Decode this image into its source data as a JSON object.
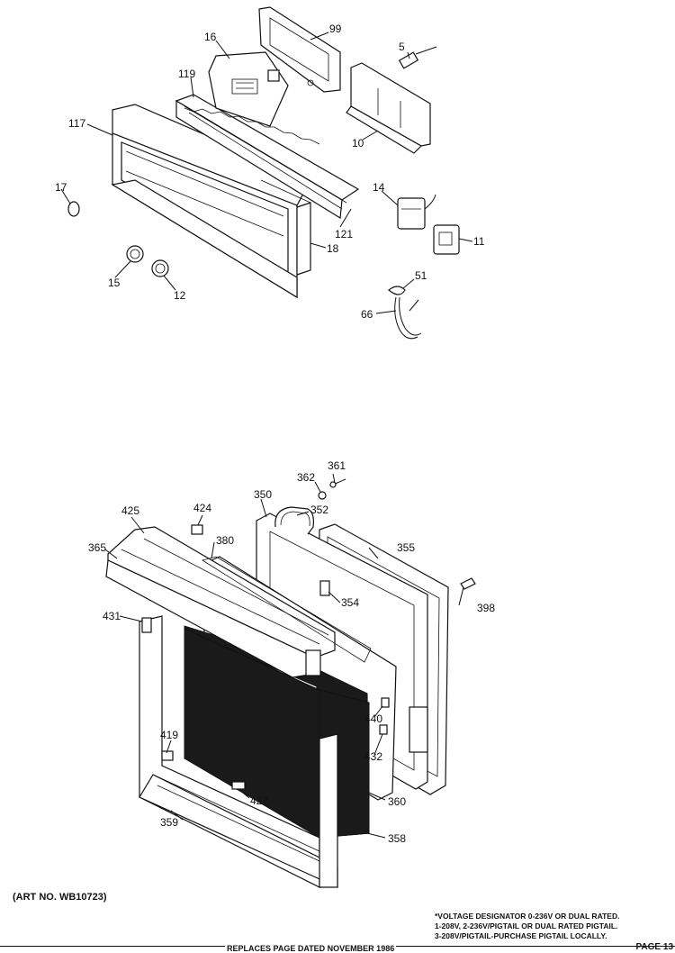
{
  "diagram": {
    "callouts": {
      "p99": "99",
      "p16": "16",
      "p5": "5",
      "p119": "119",
      "p117": "117",
      "p10": "10",
      "p17": "17",
      "p14": "14",
      "p121": "121",
      "p11": "11",
      "p18": "18",
      "p15": "15",
      "p12": "12",
      "p51": "51",
      "p66": "66",
      "p361": "361",
      "p362": "362",
      "p350": "350",
      "p352": "352",
      "p424": "424",
      "p425": "425",
      "p380": "380",
      "p365": "365",
      "p355": "355",
      "p354": "354",
      "p398": "398",
      "p431": "431",
      "p440": "440",
      "p419": "419",
      "p432": "432",
      "p427": "427",
      "p360": "360",
      "p359": "359",
      "p358": "358"
    }
  },
  "footer": {
    "art_no": "(ART NO. WB10723)",
    "notes": [
      "*VOLTAGE DESIGNATOR 0-236V OR DUAL RATED.",
      "1-208V, 2-236V/PIGTAIL OR DUAL RATED PIGTAIL.",
      "3-208V/PIGTAIL-PURCHASE PIGTAIL LOCALLY."
    ],
    "replaces": "REPLACES PAGE DATED NOVEMBER 1986",
    "page": "PAGE 13"
  }
}
